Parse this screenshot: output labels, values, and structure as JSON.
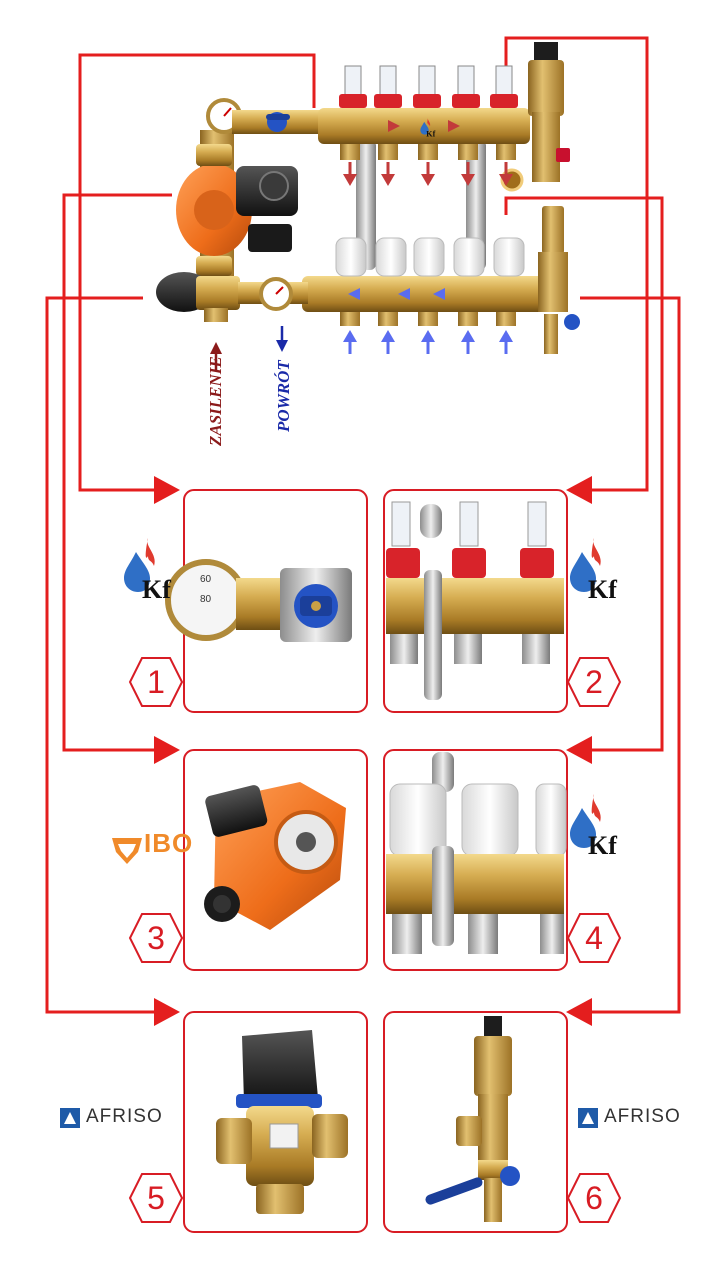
{
  "labels": {
    "supply": "ZASILENIE",
    "return": "POWRÓT",
    "kf": "Kf",
    "ibo": "IBO",
    "afriso": "AFRISO"
  },
  "panels": [
    {
      "number": "1",
      "brand": "Kf",
      "content": "ball-valve-with-thermometer"
    },
    {
      "number": "2",
      "brand": "Kf",
      "content": "supply-bar-with-flowmeters"
    },
    {
      "number": "3",
      "brand": "IBO",
      "content": "circulation-pump"
    },
    {
      "number": "4",
      "brand": "Kf",
      "content": "return-bar-with-valve-caps"
    },
    {
      "number": "5",
      "brand": "AFRISO",
      "content": "thermostatic-mixing-valve"
    },
    {
      "number": "6",
      "brand": "AFRISO",
      "content": "air-vent-with-drain-valve"
    }
  ],
  "colors": {
    "arrow_red": "#e41e1e",
    "frame_red": "#d81c24",
    "brass": "#c9a046",
    "pump_orange": "#f07a22",
    "supply_text": "#8b1a1a",
    "return_text": "#1a2aa8",
    "afriso_blue": "#1e5aa8",
    "kf_blue": "#2f6fc6",
    "kf_flame": "#e03a2e",
    "flow_blue": "#5a6cf0"
  }
}
